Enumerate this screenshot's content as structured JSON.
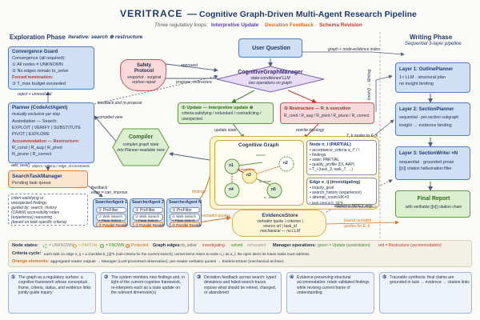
{
  "header": {
    "brand": "VERITRACE",
    "dash": "—",
    "title": "Cognitive Graph-Driven Multi-Agent Research Pipeline",
    "loops_intro": "Three regulatory loops:",
    "loop_update": "Interpretive Update",
    "loop_deviation": "Deviation Feedback",
    "loop_schema": "Schema Revision",
    "sep": "·"
  },
  "exploration": {
    "title": "Exploration Phase",
    "iterative": "iterative: search ⊕ restructure"
  },
  "writing": {
    "title": "Writing Phase",
    "subtitle": "Sequential 3-layer pipeline"
  },
  "convergence": {
    "title": "Convergence Guard",
    "subtitle": "Convergence (all required):",
    "line1": "① All nodes ≠ UNKNOWN",
    "line2": "② No edges remain to_solve",
    "forced": "Forced termination:",
    "line3": "③ T_max budget exceeded"
  },
  "safety": {
    "title": "Safety",
    "title2": "Protocol",
    "sub1": "snapshot · surgical",
    "sub2": "orphan repair"
  },
  "question": {
    "label": "User Question"
  },
  "manager": {
    "title": "CognitiveGraphManager",
    "sub1": "state-conditioned LLM",
    "sub2": "two operations on graph"
  },
  "update_box": {
    "l1": "① Update — Interpretive update ⊕",
    "l2": "criteria-satisfying / redundant / contradicting /",
    "l3": "unexpected"
  },
  "restructure_box": {
    "l1": "② Restructure — R_k execution",
    "l2": "R_cond / R_aug / R_pivot / R_prune / R_correct"
  },
  "planner": {
    "title": "Planner (CodeActAgent)",
    "l1": "mutually exclusive per step",
    "l2": "Assimilation — Search:",
    "l3": "EXPLOIT | VERIFY | SUBSTITUTE",
    "l4": "PIVOT | EXPLORE",
    "l5": "Accommodation — Restructure:",
    "l6": "R_cond | R_aug | R_pivot",
    "l7": "R_prune | R_correct"
  },
  "compiler": {
    "title": "Compiler",
    "sub1": "complex graph state",
    "sub2": "into Planner-readable view"
  },
  "stm": {
    "title": "SearchTaskManager",
    "sub": "Pending task queue"
  },
  "agents": [
    {
      "title": "SearcherAgent 1",
      "a": "① PreFilter",
      "b": "② Web Search",
      "b2": "+ Page Select",
      "c": "③ Parallel Reader"
    },
    {
      "title": "SearcherAgent 2",
      "a": "① PreFilter",
      "b": "② Web Search",
      "b2": "+ Page Select",
      "c": "③ Parallel Reader"
    },
    {
      "title": "SearcherAgent N",
      "a": "① PreFilter",
      "b": "② Web Search",
      "b2": "+ Page Select",
      "c": "③ Parallel Reader"
    }
  ],
  "criteria_note": {
    "l1": "criteri-satisfying or",
    "l2": "unexpected findings",
    "l3": "guided by: search_history",
    "l4": "(CRAW) accessibility notes",
    "l5": "(experience) reasoning",
    "l6": "(based on task-specific criteria)"
  },
  "graph": {
    "title": "Cognitive Graph",
    "n1": "n1",
    "n2": "n2",
    "n3": "n3",
    "n4": "n4",
    "n5": "n5",
    "e_investigating": "investigating",
    "e_to_solve": "to_solve",
    "e_to_solve2": "to_solve",
    "e_solved": "solved",
    "node_title": "Node n_i (PARTIAL)",
    "node_l1": "• acceptance_criteria a_i^ / \\",
    "node_l2": "• findings",
    "node_l3": "• state: PARTIAL",
    "node_l4": "• quality_profile (DI, AAP)",
    "node_l5": "• T_i (task_3, task_7, ...)",
    "edge_title": "Edge e_ij (investigating)",
    "edge_l1": "• inquiry_goal",
    "edge_l2": "• search_history (experience)",
    "edge_l3": "• attempt_count k/K=3",
    "edge_l4": "• task-criteria b_{ij}^k",
    "workspace": "Mental Model Workspace"
  },
  "evidence": {
    "title": "EvidenceStore",
    "l1": "verbatim quote | criterion |",
    "l2": "source url | task_id",
    "l3": "mechanical — no LLM"
  },
  "layers": [
    {
      "title": "Layer 1: OutlinePlanner",
      "l1": "1× LLM · structural plan",
      "l2": "no insight binding"
    },
    {
      "title": "Layer 2: SectionPlanner",
      "l1": "sequential · per-section subgraph",
      "l2": "insight → evidence binding"
    },
    {
      "title": "Layer 3: SectionWriter ×N",
      "l1": "sequential · grounded prose",
      "l2": "[[n]] citation hallucination filter"
    }
  ],
  "final": {
    "title": "Final Report",
    "sub": "with verifiable [[n]] citation chain"
  },
  "arrows": {
    "graph_index": "graph + node-evidence index",
    "propose_restructure": "propose_restructure",
    "approved": "approved",
    "feedback": "feedback and re-propose",
    "reject": "reject + unresolved",
    "compiled_view": "compiled view",
    "update_state": "update state",
    "rewrite_topology": "rewrite topology",
    "add_task": "add_task()",
    "add_task2": "object / criteria / edge_id constraints",
    "feedback2": "feedback",
    "edge_can_improve": "edge = can_improve",
    "findings": "findings",
    "t_k_routes": "T_k routes to E_k",
    "verbatim_quotes": "verbatim quotes",
    "evidence_index": "evidence INDEX only",
    "bound_verbatim": "bound verbatim",
    "quotes_for": "quotes for E_k",
    "finish": "finish() → Writing"
  },
  "legend": {
    "node_states": "Node states:",
    "unknown": "= UNKNOWN",
    "partial": "= PARTIAL",
    "known": "= KNOWN",
    "protected": "Protected",
    "graph_edges": "Graph edges:",
    "e_to_solve": "to_solve",
    "e_investigating": "investigating",
    "e_solved": "solved",
    "e_exhausted": "exhausted",
    "manager_ops": "Manager operations:",
    "op_update": "green = Update (assimilation)",
    "op_restructure": "red = Restructure (accommodation)",
    "criteria_cycle_label": "Criteria cycle:",
    "criteria_cycle": "each task on edge e_ij + a checklist b_{ij}^k (sub-criteria for the current search); unmet items return to node n_i as a_i; the open items its future tasks must address.",
    "orange_label": "Orange elements:",
    "orange_text": "aggregated reader outputs → Manager (LLM-processed observation); per-reader verbatim quotes → EvidenceStore (mechanical archive)."
  },
  "footer": [
    {
      "num": "①",
      "text": "The graph as a regulatory surface: a cognitive framework whose conceptual frame, criteria, status, and evidence links jointly guide inquiry"
    },
    {
      "num": "②",
      "text": "The system monitors new findings and, in light of the current cognitive framework, re-interprets each as a state update on the relevant dimension(s)"
    },
    {
      "num": "③",
      "text": "Deviation feedback across search: typed deviations and failed-search traces expose what should be retried, changed, or abandoned"
    },
    {
      "num": "④",
      "text": "Evidence-preserving structural accommodation: retain validated findings while revising current frame of understanding"
    },
    {
      "num": "⑤",
      "text": "Traceable synthesis: final claims are grounded in task → evidence → citation links"
    }
  ],
  "colors": {
    "navy": "#1f3a6e",
    "blue_fill": "#cfe0f6",
    "green_fill": "#dcefd0",
    "orange_fill": "#fde4cf",
    "purple": "#5b3fa0",
    "red": "#c0392b",
    "green_text": "#3f8a2a",
    "orange_text": "#d5721f"
  },
  "icons": {
    "shield": "shield-icon",
    "compiler": "hexagon-icon",
    "diamond": "diamond-icon"
  }
}
